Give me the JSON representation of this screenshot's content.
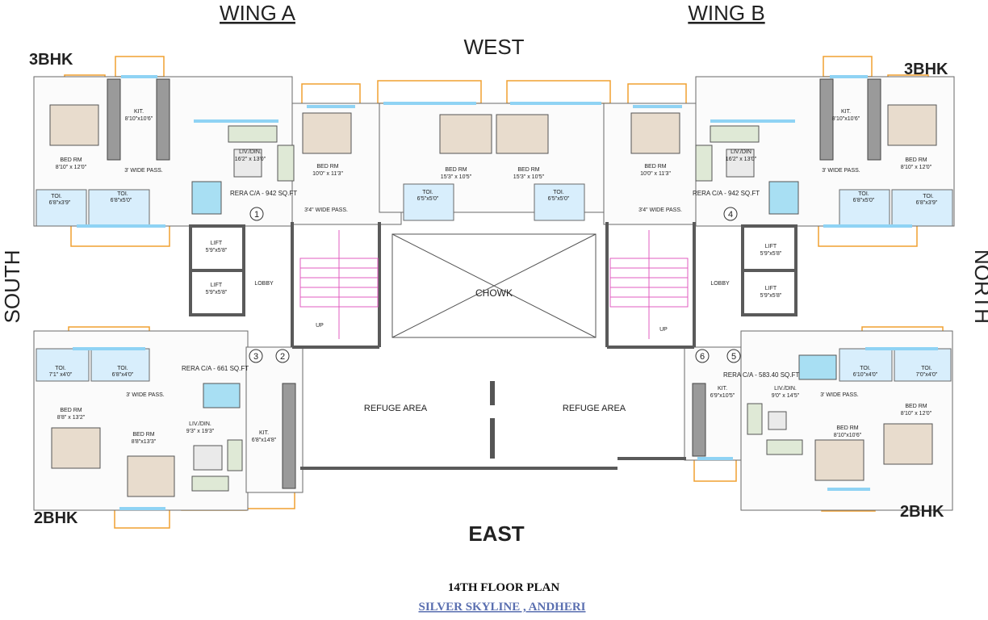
{
  "headings": {
    "wing_a": "WING A",
    "wing_b": "WING B",
    "west": "WEST",
    "east": "EAST",
    "south": "SOUTH",
    "north": "NORTH"
  },
  "unit_types": {
    "a_3bhk": "3BHK",
    "b_3bhk": "3BHK",
    "a_2bhk": "2BHK",
    "b_2bhk": "2BHK"
  },
  "rera": {
    "a_3bhk": "RERA C/A - 942 SQ.FT",
    "b_3bhk": "RERA C/A - 942 SQ.FT",
    "a_2bhk": "RERA C/A - 661 SQ.FT",
    "b_2bhk": "RERA C/A - 583.40 SQ.FT"
  },
  "rooms": {
    "a3_kit": "KIT.",
    "a3_kit_dim": "8'10\"x10'6\"",
    "a3_bed1": "BED RM",
    "a3_bed1_dim": "8'10\" x 12'0\"",
    "a3_pass": "3' WIDE PASS.",
    "a3_toi1": "TOI.",
    "a3_toi1_dim": "6'8\"x3'9\"",
    "a3_toi2": "TOI.",
    "a3_toi2_dim": "6'8\"x5'0\"",
    "a3_liv": "LIV./DIN.",
    "a3_liv_dim": "16'2\" x 13'0\"",
    "a3_bed2": "BED RM",
    "a3_bed2_dim": "10'0\" x 11'3\"",
    "a3_pass2": "3'4\" WIDE PASS.",
    "a3_bed3": "BED RM",
    "a3_bed3_dim": "15'3\" x 10'5\"",
    "a3_toi3": "TOI.",
    "a3_toi3_dim": "6'5\"x5'0\"",
    "b3_bed3": "BED RM",
    "b3_bed3_dim": "15'3\" x 10'5\"",
    "b3_toi3": "TOI.",
    "b3_toi3_dim": "6'5\"x5'0\"",
    "b3_bed2": "BED RM",
    "b3_bed2_dim": "10'0\" x 11'3\"",
    "b3_liv": "LIV./DIN",
    "b3_liv_dim": "16'2\" x 13'0\"",
    "b3_pass2": "3'4\" WIDE PASS.",
    "b3_kit": "KIT.",
    "b3_kit_dim": "8'10\"x10'6\"",
    "b3_bed1": "BED RM",
    "b3_bed1_dim": "8'10\" x 12'0\"",
    "b3_pass": "3' WIDE PASS.",
    "b3_toi1": "TOI.",
    "b3_toi1_dim": "6'8\"x5'0\"",
    "b3_toi2": "TOI.",
    "b3_toi2_dim": "6'8\"x3'9\"",
    "lift_a1": "LIFT",
    "lift_a1_dim": "5'9\"x5'8\"",
    "lift_a2": "LIFT",
    "lift_a2_dim": "5'9\"x5'8\"",
    "lobby_a": "LOBBY",
    "lift_b1": "LIFT",
    "lift_b1_dim": "5'9\"x5'8\"",
    "lift_b2": "LIFT",
    "lift_b2_dim": "5'9\"x5'8\"",
    "lobby_b": "LOBBY",
    "chowk": "CHOWK",
    "up_a": "UP",
    "up_b": "UP",
    "refuge_a": "REFUGE AREA",
    "refuge_b": "REFUGE AREA",
    "a2_toi1": "TOI.",
    "a2_toi1_dim": "7'1\" x4'0\"",
    "a2_toi2": "TOI.",
    "a2_toi2_dim": "6'8\"x4'0\"",
    "a2_pass": "3' WIDE PASS.",
    "a2_bed1": "BED RM",
    "a2_bed1_dim": "8'8\" x 13'2\"",
    "a2_bed2": "BED RM",
    "a2_bed2_dim": "8'8\"x13'3\"",
    "a2_liv": "LIV./DIN.",
    "a2_liv_dim": "9'3\" x 19'3\"",
    "a2_kit": "KIT.",
    "a2_kit_dim": "6'8\"x14'8\"",
    "b2_kit": "KIT.",
    "b2_kit_dim": "6'9\"x10'5\"",
    "b2_liv": "LIV./DIN.",
    "b2_liv_dim": "9'0\" x 14'5\"",
    "b2_pass": "3' WIDE PASS.",
    "b2_toi1": "TOI.",
    "b2_toi1_dim": "6'10\"x4'0\"",
    "b2_toi2": "TOI.",
    "b2_toi2_dim": "7'0\"x4'0\"",
    "b2_bed1": "BED RM",
    "b2_bed1_dim": "8'10\" x 12'0\"",
    "b2_bed2": "BED RM",
    "b2_bed2_dim": "8'10\"x10'6\""
  },
  "flat_numbers": [
    "1",
    "2",
    "3",
    "4",
    "5",
    "6"
  ],
  "footer": {
    "plan_title": "14TH FLOOR PLAN",
    "project": "SILVER SKYLINE , ANDHERI"
  },
  "colors": {
    "heading_red": "#d9232a",
    "rera_red": "#e0201f",
    "wall": "#5a5a5a",
    "window": "#8fd3f4",
    "balcony": "#f0a030",
    "stair": "#e05cc0",
    "footer_blue": "#5a6fb0"
  }
}
